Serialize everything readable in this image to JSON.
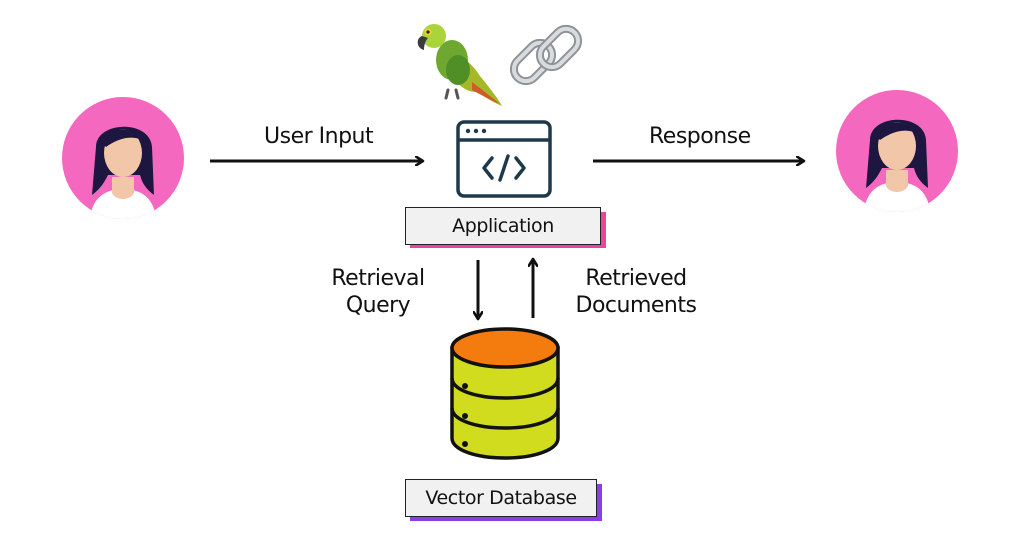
{
  "labels": {
    "user_input": "User Input",
    "response": "Response",
    "application": "Application",
    "retrieval_query_line1": "Retrieval",
    "retrieval_query_line2": "Query",
    "retrieved_documents_line1": "Retrieved",
    "retrieved_documents_line2": "Documents",
    "vector_database": "Vector Database"
  },
  "icons": {
    "user_left": "person-avatar-icon",
    "user_right": "person-avatar-icon",
    "parrot": "parrot-icon",
    "chain": "chain-link-icon",
    "application": "code-window-icon",
    "database": "database-icon"
  },
  "colors": {
    "avatar_bg": "#f468c0",
    "hair": "#1c1640",
    "skin": "#f2c6a8",
    "db_top": "#f47c0f",
    "db_body": "#d2dc1e",
    "app_icon": "#1e3a4a",
    "application_shadow": "#e8459c",
    "database_shadow": "#8b3de6"
  }
}
